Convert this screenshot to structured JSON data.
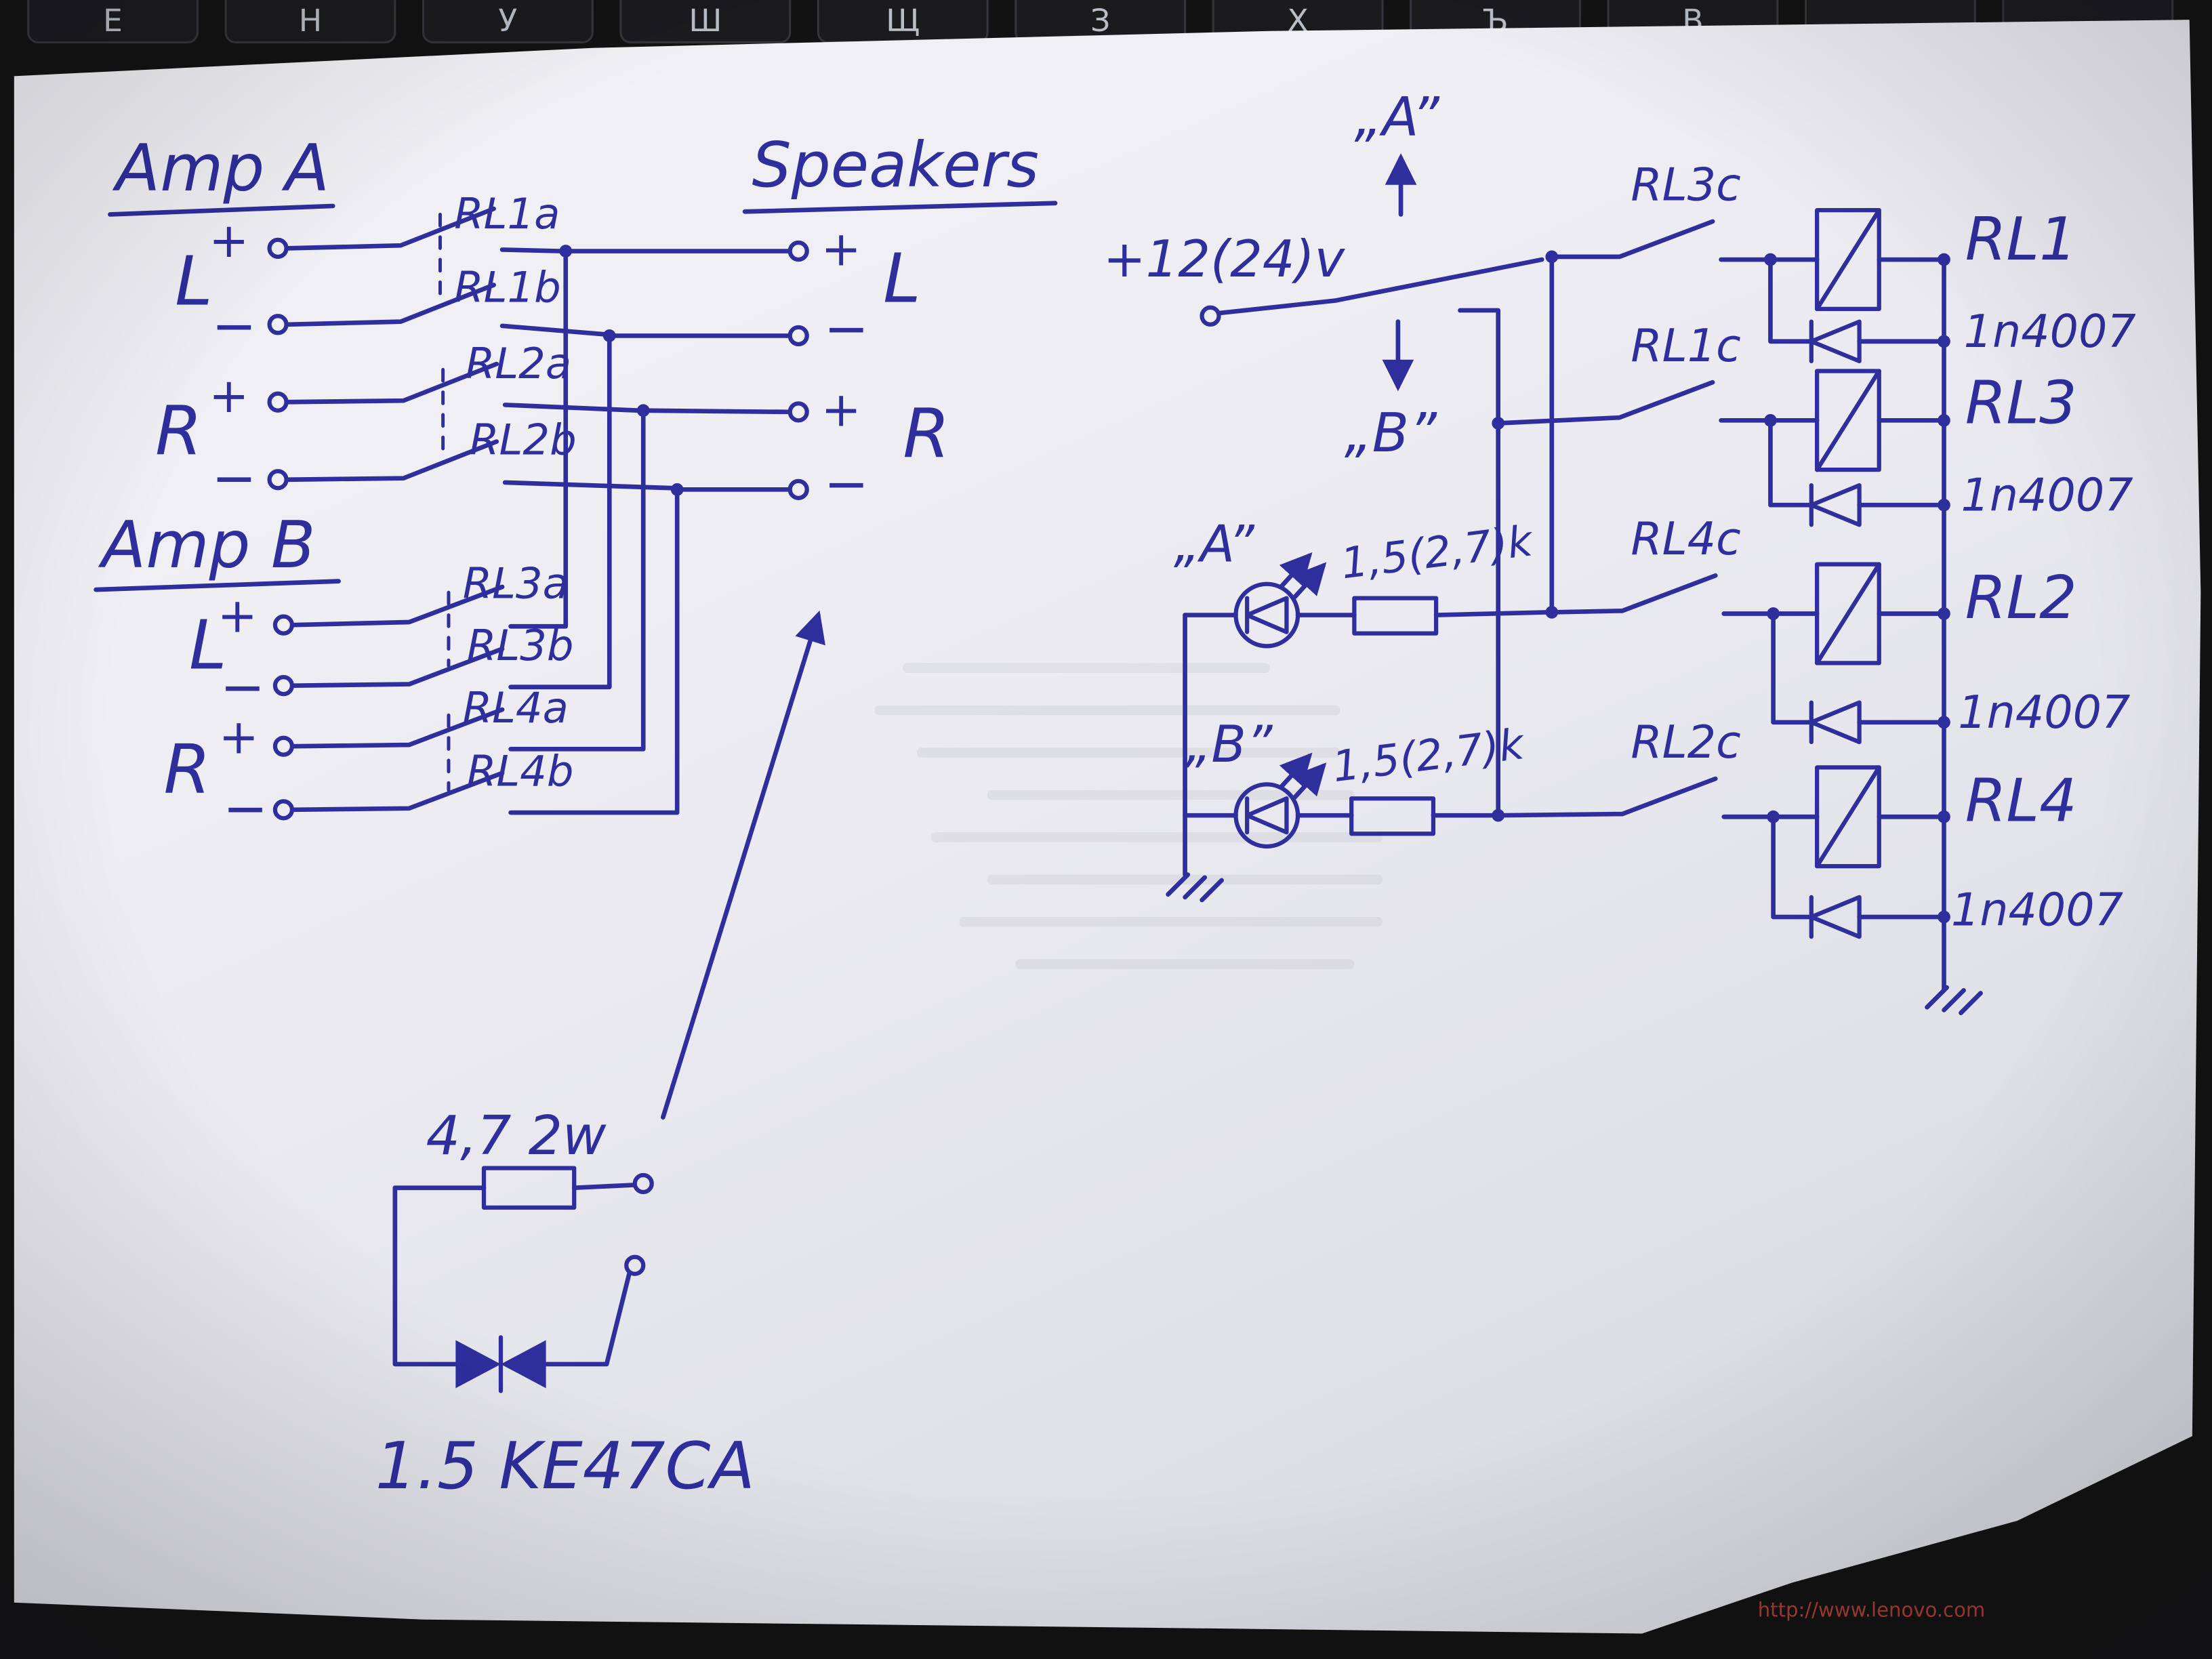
{
  "colors": {
    "ink": "#2e2e9d",
    "paper": "#e7e7ed",
    "background": "#121212",
    "key": "#1b1b1e",
    "watermark": "#c4453a"
  },
  "photo": {
    "keys": [
      "Е",
      "Н",
      "У",
      "Ш",
      "Щ",
      "З",
      "Х",
      "Ъ",
      "В"
    ],
    "watermark": "http://www.lenovo.com"
  },
  "speaker_section": {
    "amp_a_title": "Amp A",
    "amp_b_title": "Amp B",
    "speakers_title": "Speakers",
    "channel_l": "L",
    "channel_r": "R",
    "plus": "+",
    "minus": "−",
    "contacts": {
      "rl1a": "RL1a",
      "rl1b": "RL1b",
      "rl2a": "RL2a",
      "rl2b": "RL2b",
      "rl3a": "RL3a",
      "rl3b": "RL3b",
      "rl4a": "RL4a",
      "rl4b": "RL4b"
    }
  },
  "control_section": {
    "supply": "+12(24)v",
    "switch_pos_a": "„A”",
    "switch_pos_b": "„B”",
    "led_a": "„A”",
    "led_b": "„B”",
    "led_resistor": "1,5(2,7)k",
    "rows": [
      {
        "contact": "RL3c",
        "relay": "RL1",
        "diode": "1n4007"
      },
      {
        "contact": "RL1c",
        "relay": "RL3",
        "diode": "1n4007"
      },
      {
        "contact": "RL4c",
        "relay": "RL2",
        "diode": "1n4007"
      },
      {
        "contact": "RL2c",
        "relay": "RL4",
        "diode": "1n4007"
      }
    ]
  },
  "snubber": {
    "resistor": "4,7 2w",
    "tvs": "1.5 KE47CA"
  }
}
